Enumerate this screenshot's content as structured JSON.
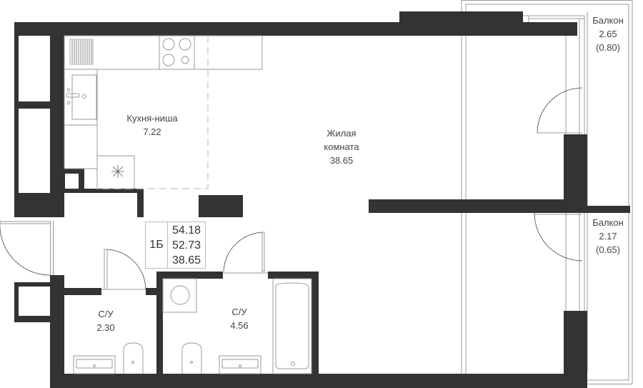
{
  "plan": {
    "apartment_type": "1Б",
    "areas": {
      "total": "54.18",
      "without_balcony": "52.73",
      "living": "38.65"
    },
    "rooms": [
      {
        "name": "Кухня-ниша",
        "area": "7.22"
      },
      {
        "name": "Жилая\nкомната",
        "name_line1": "Жилая",
        "name_line2": "комната",
        "area": "38.65"
      },
      {
        "name": "С/У",
        "area": "2.30"
      },
      {
        "name": "С/У",
        "area": "4.56"
      },
      {
        "name": "Балкон",
        "area": "2.65",
        "reduced_area": "(0.80)"
      },
      {
        "name": "Балкон",
        "area": "2.17",
        "reduced_area": "(0.65)"
      }
    ]
  },
  "colors": {
    "wall": "#333333",
    "line": "#9a9a9a",
    "text": "#444444"
  }
}
